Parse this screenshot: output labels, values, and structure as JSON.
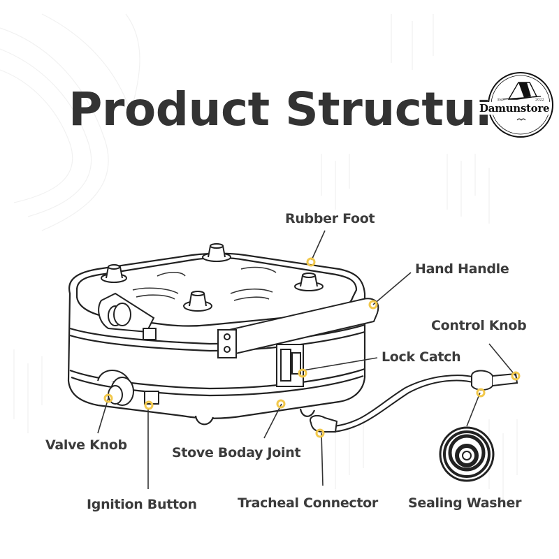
{
  "title": "Product Structure",
  "logo": {
    "brand": "Damunstore",
    "est_label": "Est.",
    "year": "2022",
    "icon": "tent-icon"
  },
  "callouts": [
    {
      "id": "rubber-foot",
      "label": "Rubber Foot"
    },
    {
      "id": "hand-handle",
      "label": "Hand Handle"
    },
    {
      "id": "control-knob",
      "label": "Control Knob"
    },
    {
      "id": "lock-catch",
      "label": "Lock Catch"
    },
    {
      "id": "valve-knob",
      "label": "Valve Knob"
    },
    {
      "id": "stove-body-joint",
      "label": "Stove Boday Joint"
    },
    {
      "id": "ignition-button",
      "label": "Ignition Button"
    },
    {
      "id": "tracheal-connector",
      "label": "Tracheal Connector"
    },
    {
      "id": "sealing-washer",
      "label": "Sealing Washer"
    }
  ],
  "colors": {
    "marker": "#f2c84b",
    "line": "#333333",
    "text": "#3b3b3b"
  }
}
